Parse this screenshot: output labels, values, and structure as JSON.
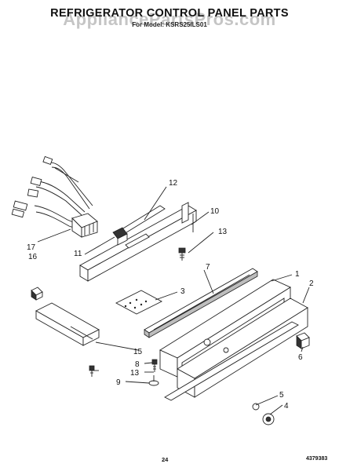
{
  "header": {
    "title": "REFRIGERATOR CONTROL PANEL PARTS",
    "subtitle": "For Model: KSRS25ILS01",
    "watermark": "AppliancePartsPros.com"
  },
  "footer": {
    "page_number": "24",
    "document_number": "4379383"
  },
  "callouts": {
    "c1": "1",
    "c2": "2",
    "c3": "3",
    "c4": "4",
    "c5": "5",
    "c6": "6",
    "c7": "7",
    "c8": "8",
    "c9": "9",
    "c10": "10",
    "c11": "11",
    "c12": "12",
    "c13a": "13",
    "c13b": "13",
    "c15": "15",
    "c16": "16",
    "c17": "17"
  }
}
